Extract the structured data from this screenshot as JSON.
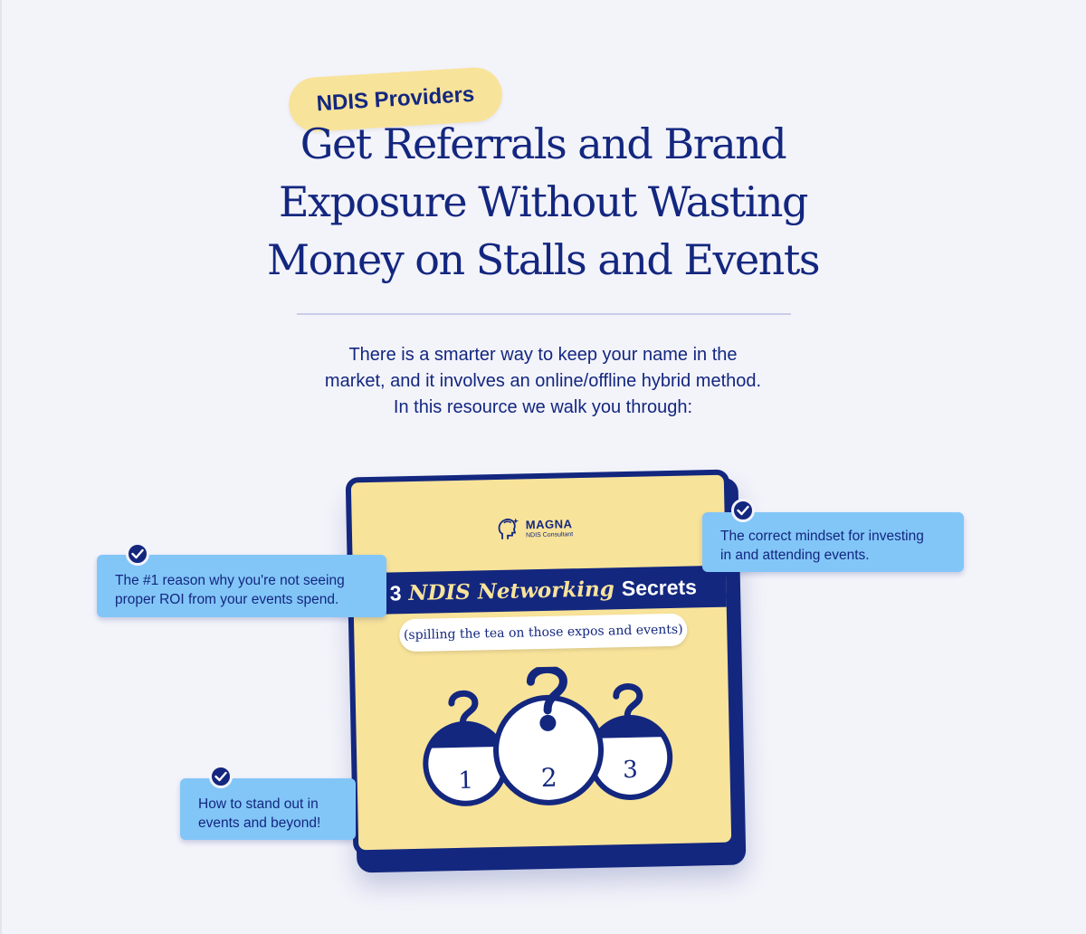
{
  "badge": {
    "label": "NDIS Providers"
  },
  "headline": {
    "line1": "Get Referrals and Brand",
    "line2": "Exposure Without Wasting",
    "line3": "Money on Stalls and Events"
  },
  "intro": {
    "line1": "There is a smarter way to keep your name in the",
    "line2": "market, and it involves an online/offline hybrid method.",
    "line3": "In this resource we walk you through:"
  },
  "resource": {
    "brand_name": "MAGNA",
    "brand_sub": "NDIS Consultant",
    "title_number": "3",
    "title_highlight": "NDIS Networking",
    "title_rest": "Secrets",
    "subtitle": "(spilling the tea on those expos and events)",
    "numbers": [
      "1",
      "2",
      "3"
    ]
  },
  "benefits": [
    {
      "line1": "The #1 reason why you're not seeing",
      "line2": "proper ROI from your events spend."
    },
    {
      "line1": "The correct mindset for investing",
      "line2": "in and attending events."
    },
    {
      "line1": "How to stand out in",
      "line2": "events and beyond!"
    }
  ],
  "colors": {
    "navy": "#13277f",
    "yellow": "#f8e39a",
    "light_blue": "#82c6f8",
    "background": "#f3f3fa"
  },
  "icons": [
    "check-icon",
    "question-mark-icon",
    "magna-logo-icon"
  ]
}
